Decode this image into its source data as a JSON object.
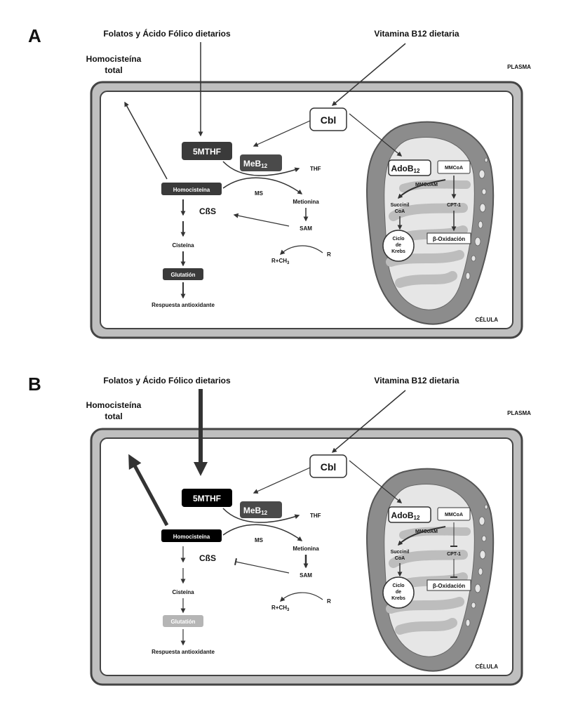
{
  "panels": [
    {
      "letter": "A",
      "folate_source": "Folatos y Ácido Fólico dietarios",
      "b12_source": "Vitamina B12 dietaria",
      "homocysteine_total": [
        "Homocisteína",
        "total"
      ],
      "plasma": "PLASMA",
      "cell": "CÉLULA",
      "cbl": "Cbl",
      "mthf": "5MTHF",
      "meb12": {
        "base": "MeB",
        "sub": "12"
      },
      "thf": "THF",
      "homocysteine": "Homocisteína",
      "ms": "MS",
      "metionina": "Metionina",
      "cbs": "CßS",
      "sam": "SAM",
      "cisteina": "Cisteína",
      "glutation": "Glutatión",
      "antioxidant": "Respuesta antioxidante",
      "r": "R",
      "rch3": {
        "base": "R",
        "plus": "+",
        "ch": "CH",
        "sub": "3"
      },
      "adob12": {
        "base": "AdoB",
        "sub": "12"
      },
      "mmcoa": "MMCoA",
      "mmcoam": "MMCoAM",
      "succinil": [
        "Succinil",
        "CoA"
      ],
      "cpt1": "CPT-1",
      "boxidacion": "β-Oxidación",
      "krebs": [
        "Ciclo",
        "de",
        "Krebs"
      ]
    },
    {
      "letter": "B",
      "folate_source": "Folatos y Ácido Fólico dietarios",
      "b12_source": "Vitamina B12 dietaria",
      "homocysteine_total": [
        "Homocisteína",
        "total"
      ],
      "plasma": "PLASMA",
      "cell": "CÉLULA",
      "cbl": "Cbl",
      "mthf": "5MTHF",
      "meb12": {
        "base": "MeB",
        "sub": "12"
      },
      "thf": "THF",
      "homocysteine": "Homocisteína",
      "ms": "MS",
      "metionina": "Metionina",
      "cbs": "CßS",
      "sam": "SAM",
      "cisteina": "Cisteína",
      "glutation": "Glutatión",
      "antioxidant": "Respuesta antioxidante",
      "r": "R",
      "rch3": {
        "base": "R",
        "plus": "+",
        "ch": "CH",
        "sub": "3"
      },
      "adob12": {
        "base": "AdoB",
        "sub": "12"
      },
      "mmcoa": "MMCoA",
      "mmcoam": "MMCoAM",
      "succinil": [
        "Succinil",
        "CoA"
      ],
      "cpt1": "CPT-1",
      "boxidacion": "β-Oxidación",
      "krebs": [
        "Ciclo",
        "de",
        "Krebs"
      ]
    }
  ],
  "colors": {
    "cell_border": "#444444",
    "cell_fill": "#bfbfbf",
    "box_dark_a": "#3a3a3a",
    "box_dark_b": "#000000",
    "meb12_box": "#4a4a4a",
    "glutation_faded": "#b5b5b5",
    "mito_fill": "#8c8c8c",
    "cristae": "#bdbdbd"
  }
}
